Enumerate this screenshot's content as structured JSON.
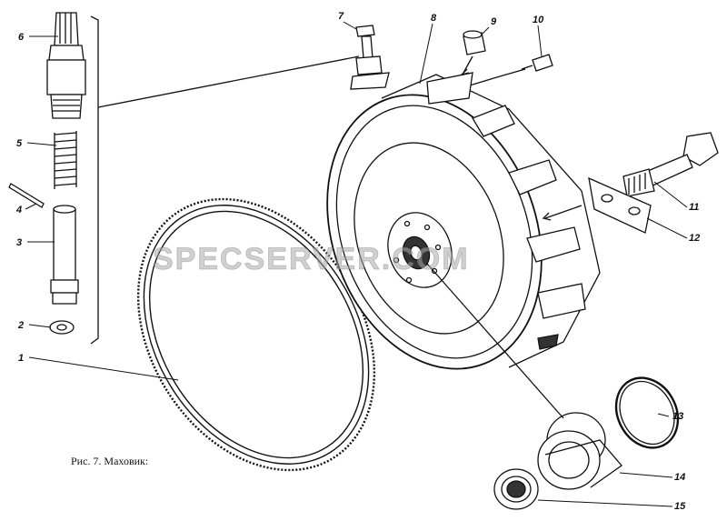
{
  "caption": "Рис. 7. Маховик:",
  "watermark": "SPECSERVER.COM",
  "callouts": [
    {
      "id": "1",
      "text": "1"
    },
    {
      "id": "2",
      "text": "2"
    },
    {
      "id": "3",
      "text": "3"
    },
    {
      "id": "4",
      "text": "4"
    },
    {
      "id": "5",
      "text": "5"
    },
    {
      "id": "6",
      "text": "6"
    },
    {
      "id": "7",
      "text": "7"
    },
    {
      "id": "8",
      "text": "8"
    },
    {
      "id": "9",
      "text": "9"
    },
    {
      "id": "10",
      "text": "10"
    },
    {
      "id": "11",
      "text": "11"
    },
    {
      "id": "12",
      "text": "12"
    },
    {
      "id": "13",
      "text": "13"
    },
    {
      "id": "14",
      "text": "14"
    },
    {
      "id": "15",
      "text": "15"
    }
  ],
  "colors": {
    "ink": "#111111",
    "paper": "#ffffff",
    "watermark": "#aaaaaa"
  }
}
